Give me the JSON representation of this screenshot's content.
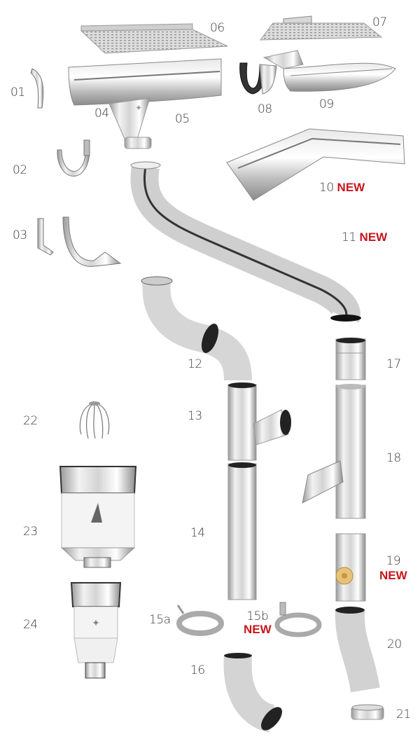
{
  "diagram": {
    "type": "exploded-parts-catalog",
    "subject": "Metal rain gutter and downpipe system",
    "colors": {
      "new_badge": "#c8161d",
      "label_text": "#3a3a3a",
      "background": "#ffffff"
    },
    "new_badge_text": "NEW",
    "parts": [
      {
        "id": "01",
        "label": "01",
        "is_new": false,
        "shape": "gutter-end-cap"
      },
      {
        "id": "02",
        "label": "02",
        "is_new": false,
        "shape": "gutter-hanger-bracket"
      },
      {
        "id": "03",
        "label": "03",
        "is_new": false,
        "shape": "fascia-bracket-pair"
      },
      {
        "id": "04",
        "label": "04",
        "is_new": false,
        "shape": "half-round-gutter"
      },
      {
        "id": "05",
        "label": "05",
        "is_new": false,
        "shape": "gutter-outlet"
      },
      {
        "id": "06",
        "label": "06",
        "is_new": false,
        "shape": "leaf-guard-mesh"
      },
      {
        "id": "07",
        "label": "07",
        "is_new": false,
        "shape": "leaf-guard-mesh"
      },
      {
        "id": "08",
        "label": "08",
        "is_new": false,
        "shape": "gutter-joint-connector"
      },
      {
        "id": "09",
        "label": "09",
        "is_new": false,
        "shape": "gutter-section"
      },
      {
        "id": "10",
        "label": "10",
        "is_new": true,
        "shape": "gutter-angle"
      },
      {
        "id": "11",
        "label": "11",
        "is_new": true,
        "shape": "offset-downpipe"
      },
      {
        "id": "12",
        "label": "12",
        "is_new": false,
        "shape": "double-elbow"
      },
      {
        "id": "13",
        "label": "13",
        "is_new": false,
        "shape": "branch-pipe"
      },
      {
        "id": "14",
        "label": "14",
        "is_new": false,
        "shape": "straight-downpipe"
      },
      {
        "id": "15a",
        "label": "15a",
        "is_new": false,
        "shape": "pipe-clamp"
      },
      {
        "id": "15b",
        "label": "15b",
        "is_new": true,
        "shape": "pipe-clamp-bracket"
      },
      {
        "id": "16",
        "label": "16",
        "is_new": false,
        "shape": "shoe-bend"
      },
      {
        "id": "17",
        "label": "17",
        "is_new": false,
        "shape": "pipe-socket"
      },
      {
        "id": "18",
        "label": "18",
        "is_new": false,
        "shape": "rain-diverter"
      },
      {
        "id": "19",
        "label": "19",
        "is_new": true,
        "shape": "rainwater-collector"
      },
      {
        "id": "20",
        "label": "20",
        "is_new": false,
        "shape": "swan-neck-bend"
      },
      {
        "id": "21",
        "label": "21",
        "is_new": false,
        "shape": "pipe-ring"
      },
      {
        "id": "22",
        "label": "22",
        "is_new": false,
        "shape": "wire-balloon-guard"
      },
      {
        "id": "23",
        "label": "23",
        "is_new": false,
        "shape": "hopper-head-large"
      },
      {
        "id": "24",
        "label": "24",
        "is_new": false,
        "shape": "hopper-head-small"
      }
    ]
  }
}
